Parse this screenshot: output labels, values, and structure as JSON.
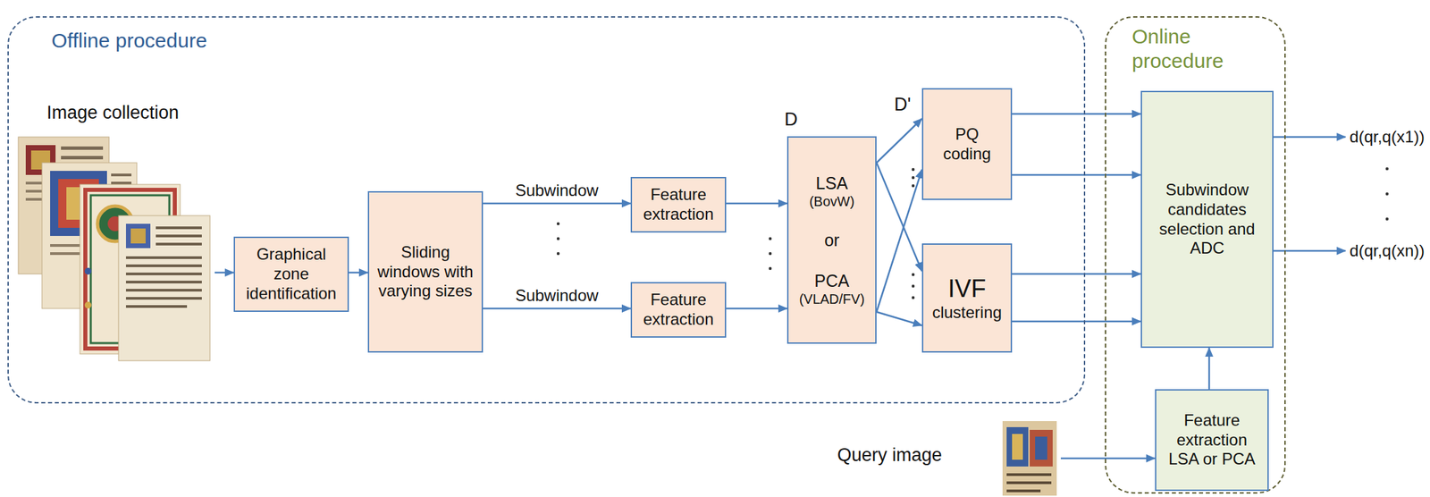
{
  "diagram": {
    "nodes": [
      {
        "text": [
          "Offline procedure"
        ]
      },
      {
        "text": [
          "Image collection"
        ],
        "in": 0
      },
      {
        "text": [
          "Graphical zone identification"
        ],
        "in": 0
      },
      {
        "text": [
          "Sliding windows with varying sizes"
        ],
        "in": 0
      },
      {
        "text": [
          "Feature extraction"
        ],
        "in": 0
      },
      {
        "text": [
          "Feature extraction"
        ],
        "in": 0
      },
      {
        "text": [
          "LSA",
          "(BovW)",
          "or",
          "PCA",
          "(VLAD/FV)"
        ],
        "in": 0
      },
      {
        "text": [
          "PQ coding"
        ],
        "in": 0
      },
      {
        "text": [
          "IVF",
          "clustering"
        ],
        "in": 0
      },
      {
        "text": [
          "Online procedure"
        ]
      },
      {
        "text": [
          "Subwindow candidates selection and ADC"
        ],
        "in": 9
      },
      {
        "text": [
          "Feature extraction LSA or PCA"
        ],
        "in": 9
      },
      {
        "text": [
          "Query image"
        ]
      }
    ],
    "edges": [
      {
        "from": 1,
        "to": 2,
        "arrow": "to"
      },
      {
        "from": 2,
        "to": 3,
        "arrow": "to"
      },
      {
        "from": 3,
        "to": 4,
        "label": "Subwindow",
        "arrow": "to"
      },
      {
        "from": 3,
        "to": 5,
        "label": "Subwindow",
        "arrow": "to"
      },
      {
        "from": 4,
        "to": 6,
        "arrow": "to"
      },
      {
        "from": 5,
        "to": 6,
        "arrow": "to"
      },
      {
        "from": 6,
        "to": 7,
        "arrow": "to"
      },
      {
        "from": 6,
        "to": 8,
        "arrow": "to"
      },
      {
        "from": 6,
        "to": 7,
        "arrow": "to"
      },
      {
        "from": 6,
        "to": 8,
        "arrow": "to"
      },
      {
        "from": 7,
        "to": 10,
        "arrow": "to"
      },
      {
        "from": 7,
        "to": 10,
        "arrow": "to"
      },
      {
        "from": 8,
        "to": 10,
        "arrow": "to"
      },
      {
        "from": 8,
        "to": 10,
        "arrow": "to"
      },
      {
        "from": 11,
        "to": 10,
        "arrow": "to"
      },
      {
        "from": 12,
        "to": 11,
        "arrow": "to"
      }
    ],
    "labels": [
      "D",
      "D'",
      "d(qr,q(x1))",
      "d(qr,q(xn))"
    ]
  }
}
